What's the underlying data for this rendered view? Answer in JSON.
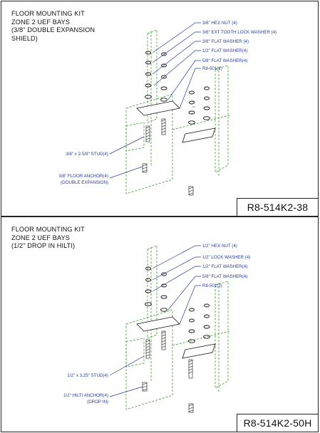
{
  "panels": [
    {
      "title_lines": [
        "FLOOR MOUNTING KIT",
        "ZONE 2 UEF BAYS",
        "(3/8\" DOUBLE EXPANSION",
        "SHIELD)"
      ],
      "part_number": "R8-514K2-38",
      "callouts_right": [
        "3/8\" HEX NUT (4)",
        "3/8\" EXT TOOTH LOCK WASHER (4)",
        "3/8\" FLAT WASHER (4)",
        "1/2\" FLAT WASHER(4)",
        "5/8\" FLAT WASHER(4)",
        "R8-501(2)"
      ],
      "callouts_left": [
        "3/8\" x 2-5/8\" STUD(4)",
        "3/8\" FLOOR ANCHOR(4)",
        "(DOUBLE EXPANSION)"
      ]
    },
    {
      "title_lines": [
        "FLOOR MOUNTING KIT",
        "ZONE 2 UEF BAYS",
        "(1/2\" DROP IN HILTI)"
      ],
      "part_number": "R8-514K2-50H",
      "callouts_right": [
        "1/2\" HEX NUT (4)",
        "1/2\" LOCK WASHER (4)",
        "1/2\" FLAT WASHER(4)",
        "5/8\" FLAT WASHER(4)",
        "R8-501(2)"
      ],
      "callouts_left": [
        "1/2\" x 3.25\" STUD(4)",
        "1/2\" HILTI ANCHOR(4)",
        "(DROP IN)"
      ]
    }
  ]
}
